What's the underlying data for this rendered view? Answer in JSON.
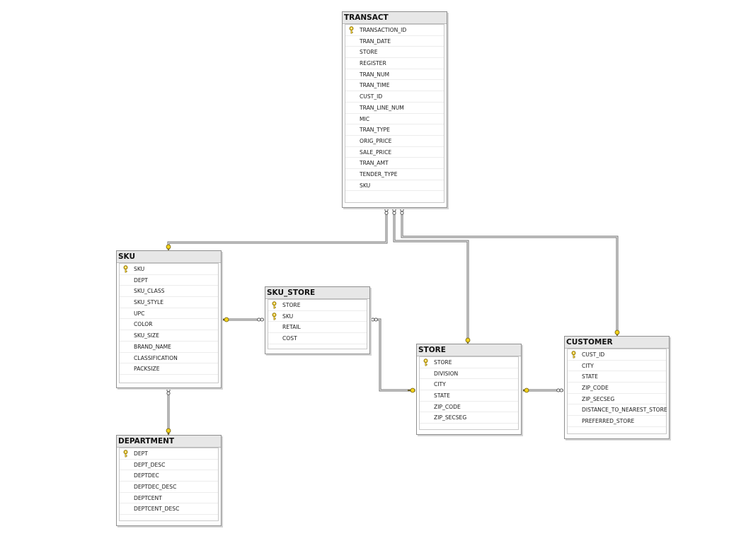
{
  "tables": {
    "transact": {
      "title": "TRANSACT",
      "columns": [
        {
          "name": "TRANSACTION_ID",
          "key": true
        },
        {
          "name": "TRAN_DATE",
          "key": false
        },
        {
          "name": "STORE",
          "key": false
        },
        {
          "name": "REGISTER",
          "key": false
        },
        {
          "name": "TRAN_NUM",
          "key": false
        },
        {
          "name": "TRAN_TIME",
          "key": false
        },
        {
          "name": "CUST_ID",
          "key": false
        },
        {
          "name": "TRAN_LINE_NUM",
          "key": false
        },
        {
          "name": "MIC",
          "key": false
        },
        {
          "name": "TRAN_TYPE",
          "key": false
        },
        {
          "name": "ORIG_PRICE",
          "key": false
        },
        {
          "name": "SALE_PRICE",
          "key": false
        },
        {
          "name": "TRAN_AMT",
          "key": false
        },
        {
          "name": "TENDER_TYPE",
          "key": false
        },
        {
          "name": "SKU",
          "key": false
        }
      ]
    },
    "sku": {
      "title": "SKU",
      "columns": [
        {
          "name": "SKU",
          "key": true
        },
        {
          "name": "DEPT",
          "key": false
        },
        {
          "name": "SKU_CLASS",
          "key": false
        },
        {
          "name": "SKU_STYLE",
          "key": false
        },
        {
          "name": "UPC",
          "key": false
        },
        {
          "name": "COLOR",
          "key": false
        },
        {
          "name": "SKU_SIZE",
          "key": false
        },
        {
          "name": "BRAND_NAME",
          "key": false
        },
        {
          "name": "CLASSIFICATION",
          "key": false
        },
        {
          "name": "PACKSIZE",
          "key": false
        }
      ]
    },
    "sku_store": {
      "title": "SKU_STORE",
      "columns": [
        {
          "name": "STORE",
          "key": true
        },
        {
          "name": "SKU",
          "key": true
        },
        {
          "name": "RETAIL",
          "key": false
        },
        {
          "name": "COST",
          "key": false
        }
      ]
    },
    "store": {
      "title": "STORE",
      "columns": [
        {
          "name": "STORE",
          "key": true
        },
        {
          "name": "DIVISION",
          "key": false
        },
        {
          "name": "CITY",
          "key": false
        },
        {
          "name": "STATE",
          "key": false
        },
        {
          "name": "ZIP_CODE",
          "key": false
        },
        {
          "name": "ZIP_SECSEG",
          "key": false
        }
      ]
    },
    "customer": {
      "title": "CUSTOMER",
      "columns": [
        {
          "name": "CUST_ID",
          "key": true
        },
        {
          "name": "CITY",
          "key": false
        },
        {
          "name": "STATE",
          "key": false
        },
        {
          "name": "ZIP_CODE",
          "key": false
        },
        {
          "name": "ZIP_SECSEG",
          "key": false
        },
        {
          "name": "DISTANCE_TO_NEAREST_STORE",
          "key": false
        },
        {
          "name": "PREFERRED_STORE",
          "key": false
        }
      ]
    },
    "department": {
      "title": "DEPARTMENT",
      "columns": [
        {
          "name": "DEPT",
          "key": true
        },
        {
          "name": "DEPT_DESC",
          "key": false
        },
        {
          "name": "DEPTDEC",
          "key": false
        },
        {
          "name": "DEPTDEC_DESC",
          "key": false
        },
        {
          "name": "DEPTCENT",
          "key": false
        },
        {
          "name": "DEPTCENT_DESC",
          "key": false
        }
      ]
    }
  },
  "relationships": [
    {
      "from": "sku",
      "to": "transact",
      "one_end": "sku",
      "many_end": "transact"
    },
    {
      "from": "store",
      "to": "transact",
      "one_end": "store",
      "many_end": "transact"
    },
    {
      "from": "customer",
      "to": "transact",
      "one_end": "customer",
      "many_end": "transact"
    },
    {
      "from": "sku",
      "to": "sku_store",
      "one_end": "sku",
      "many_end": "sku_store"
    },
    {
      "from": "store",
      "to": "sku_store",
      "one_end": "store",
      "many_end": "sku_store"
    },
    {
      "from": "store",
      "to": "customer",
      "one_end": "store",
      "many_end": "customer"
    },
    {
      "from": "department",
      "to": "sku",
      "one_end": "department",
      "many_end": "sku"
    }
  ],
  "colors": {
    "key_icon": "#e8c420",
    "one_end_marker": "#f2d21c",
    "connector": "#6e6e6e"
  },
  "icons": {
    "primary_key": "key-icon",
    "one_end": "key-marker-icon",
    "many_end": "infinity-marker-icon"
  }
}
